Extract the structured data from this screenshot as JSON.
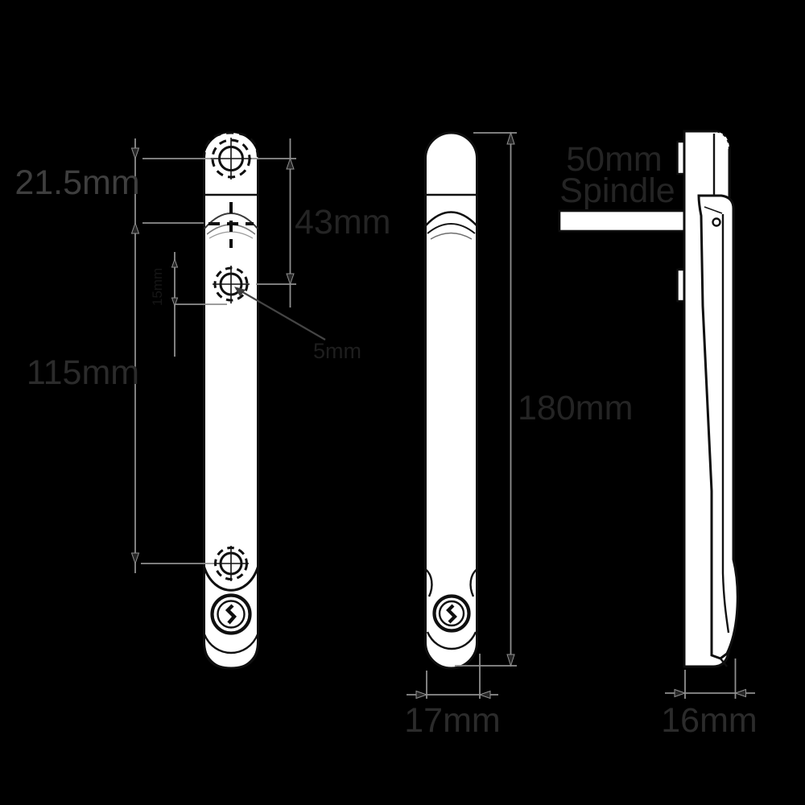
{
  "diagram": {
    "kind": "technical-drawing",
    "labels": {
      "top_offset": "21.5mm",
      "screw_spacing_top": "43mm",
      "screw_centres": "115mm",
      "mid_small": "15mm",
      "hole_callout": "5mm",
      "overall_length": "180mm",
      "handle_width": "17mm",
      "handle_depth": "16mm",
      "spindle_label_line1": "50mm",
      "spindle_label_line2": "Spindle"
    },
    "colors": {
      "background": "#000000",
      "shape_fill": "#ffffff",
      "linework": "#0f0f0f",
      "dimension_lines": "#8f8f8f",
      "label_text": "#2b2b2b"
    }
  }
}
